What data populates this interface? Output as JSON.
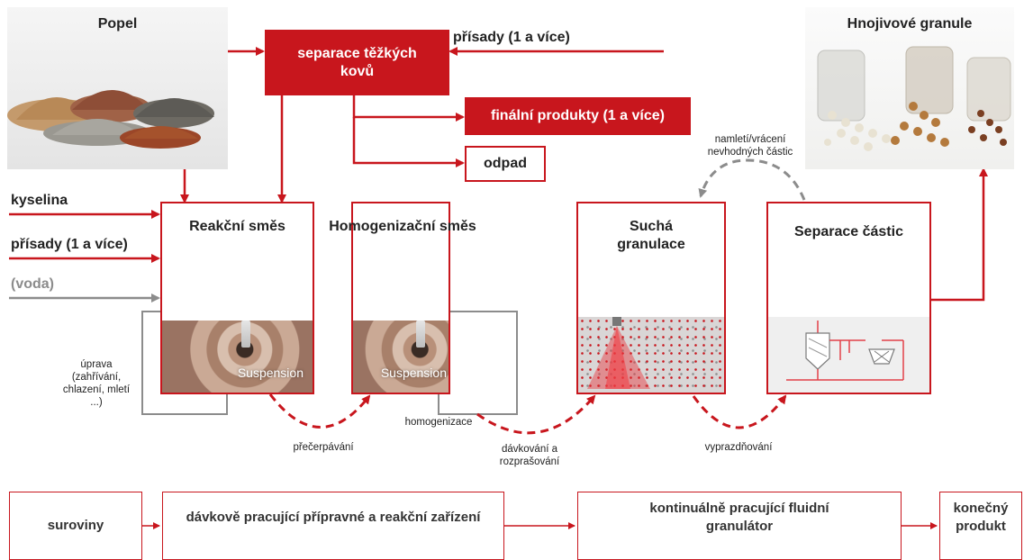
{
  "photos": {
    "ash_label": "Popel",
    "fertilizer_label": "Hnojivové granule"
  },
  "top": {
    "heavy_metal_separation": "separace těžkých kovů",
    "additives_top": "přísady (1 a více)",
    "final_products": "finální produkty (1 a více)",
    "waste": "odpad"
  },
  "inputs": {
    "acid": "kyselina",
    "additives": "přísady (1 a více)",
    "water": "(voda)"
  },
  "vessels": [
    {
      "title": "Reakční směs",
      "image_caption": "Suspension"
    },
    {
      "title": "Homogenizační směs",
      "image_caption": "Suspension"
    },
    {
      "title": "Suchá granulace"
    },
    {
      "title": "Separace částic"
    }
  ],
  "annotations": {
    "treatment": "úprava (zahřívání, chlazení, mletí ...)",
    "pumping": "přečerpávání",
    "homogenization": "homogenizace",
    "dosing_spraying": "dávkování a rozprašování",
    "emptying": "vyprazdňování",
    "regrind_return": "namletí/vrácení nevhodných částic"
  },
  "bottom_flow": [
    "suroviny",
    "dávkově pracující přípravné a reakční zařízení",
    "kontinuálně pracující fluidní granulátor",
    "konečný produkt"
  ],
  "colors": {
    "accent_red": "#c8161d",
    "gray": "#8c8c8c"
  }
}
